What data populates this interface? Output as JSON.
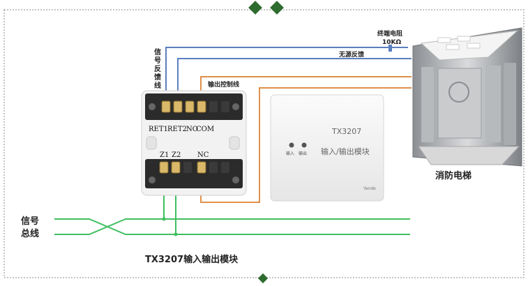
{
  "labels": {
    "signal_feedback_line": [
      "信",
      "号",
      "反",
      "馈",
      "线"
    ],
    "terminal_resistor": "终端电阻",
    "resistor_value": "10KΩ",
    "passive_feedback": "无源反馈",
    "output_control_line": "输出控制线",
    "terminals_top": [
      "RET1",
      "RET2",
      "NO",
      "COM"
    ],
    "terminals_bottom": [
      "Z1",
      "Z2",
      "NC"
    ],
    "signal_bus": [
      "信号",
      "总线"
    ],
    "fire_elevator": "消防电梯",
    "module_caption": "TX3207输入输出模块"
  },
  "module_face": {
    "model": "TX3207",
    "indicator_in": "输入",
    "indicator_out": "输出",
    "function_text": "输入/输出模块",
    "brand": "Yande"
  },
  "colors": {
    "blue_wire": "#5a7fbf",
    "orange_wire": "#e0904a",
    "green_wire": "#3fbf5f",
    "diamond": "#2e6b2e",
    "frame_border": "#888888"
  }
}
